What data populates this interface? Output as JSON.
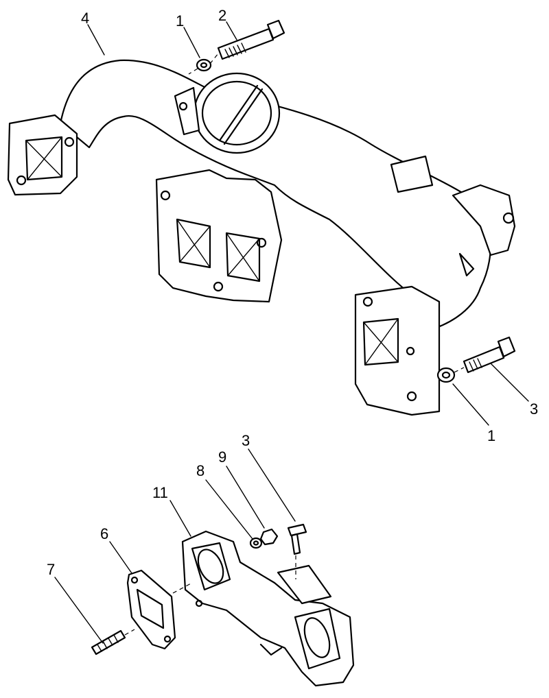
{
  "callouts": {
    "c1a": "1",
    "c2": "2",
    "c4": "4",
    "c1b": "1",
    "c3a": "3",
    "c3b": "3",
    "c9": "9",
    "c8": "8",
    "c11": "11",
    "c6": "6",
    "c7": "7"
  }
}
